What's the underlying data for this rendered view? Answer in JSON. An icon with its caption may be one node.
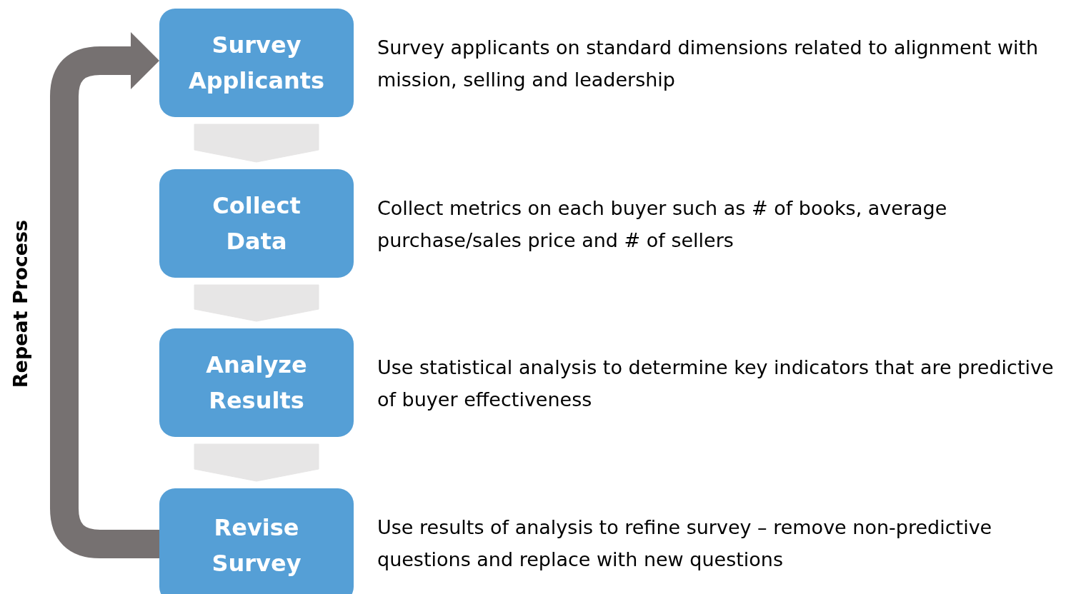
{
  "diagram": {
    "nodes": [
      {
        "text": [
          "Survey Applicants"
        ],
        "beside": [
          "Survey applicants on standard dimensions related to alignment with mission, selling and leadership"
        ]
      },
      {
        "text": [
          "Collect Data"
        ],
        "beside": [
          "Collect metrics on each buyer such as # of books, average purchase/sales price and # of sellers"
        ]
      },
      {
        "text": [
          "Analyze Results"
        ],
        "beside": [
          "Use statistical analysis to determine key indicators that are predictive of buyer effectiveness"
        ]
      },
      {
        "text": [
          "Revise Survey"
        ],
        "beside": [
          "Use results of analysis to refine survey – remove non-predictive questions and replace with new questions"
        ]
      }
    ],
    "edges": [
      {
        "from": 0,
        "to": 1,
        "arrow": "to"
      },
      {
        "from": 1,
        "to": 2,
        "arrow": "to"
      },
      {
        "from": 2,
        "to": 3,
        "arrow": "to"
      },
      {
        "from": 3,
        "to": 0,
        "arrow": "to",
        "label": "Repeat Process",
        "color": "#767171"
      }
    ]
  }
}
